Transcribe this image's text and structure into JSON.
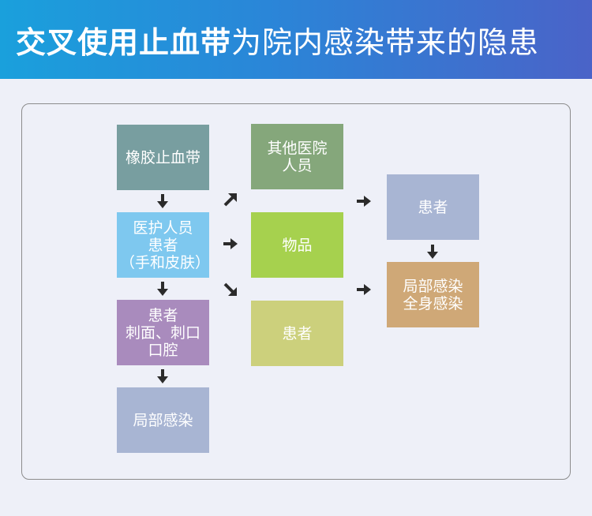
{
  "header": {
    "title_bold": "交叉使用止血带",
    "title_normal": "为院内感染带来的隐患"
  },
  "diagram": {
    "nodes": {
      "tourniquet": "橡胶止血带",
      "medical_staff": "医护人员\n患者\n（手和皮肤）",
      "patient_puncture": "患者\n刺面、刺口\n口腔",
      "local_infection_1": "局部感染",
      "other_staff": "其他医院\n人员",
      "items": "物品",
      "patient_mid": "患者",
      "patient_right": "患者",
      "infection_right": "局部感染\n全身感染"
    },
    "colors": {
      "tourniquet": "#789ea0",
      "medical_staff": "#7ec8ef",
      "patient_puncture": "#a98bbd",
      "local_infection_1": "#a8b5d3",
      "other_staff": "#85a77b",
      "items": "#a6d14e",
      "patient_mid": "#ccd07c",
      "patient_right": "#a8b5d3",
      "infection_right": "#cfa877",
      "arrow": "#2b2b2b"
    }
  }
}
